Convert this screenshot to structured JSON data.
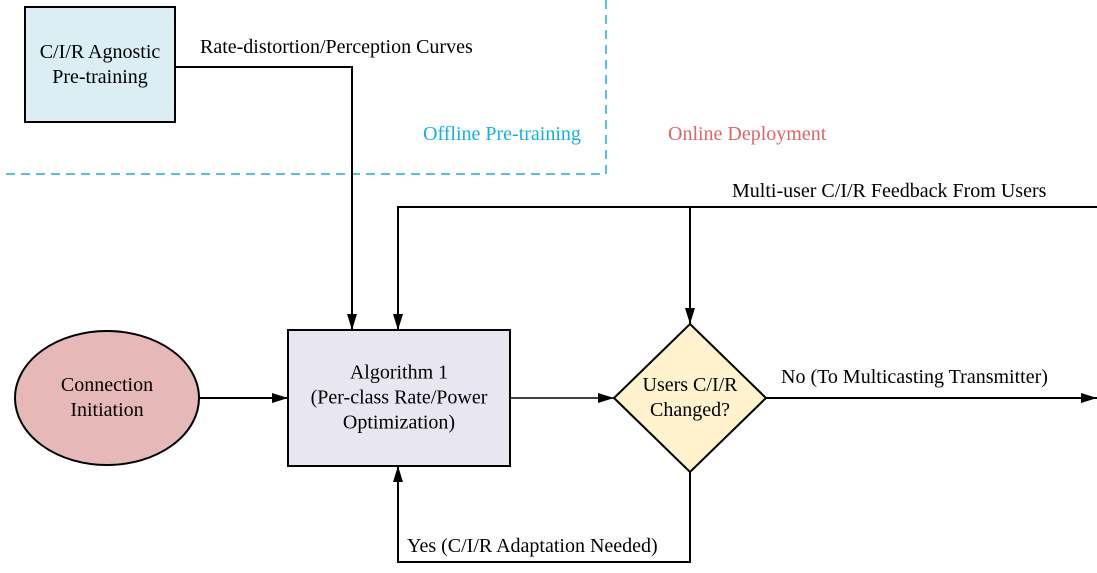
{
  "colors": {
    "pretrain_box_fill": "#daeef3",
    "algorithm_box_fill": "#e8e6f0",
    "connection_fill": "#e6b8b7",
    "decision_fill": "#fff2cc",
    "offline_label": "#16b0e8",
    "online_label": "#e06666",
    "divider": "#16b0e8"
  },
  "nodes": {
    "pretraining": {
      "line1": "C/I/R Agnostic",
      "line2": "Pre-training"
    },
    "connection": {
      "line1": "Connection",
      "line2": "Initiation"
    },
    "algorithm": {
      "line1": "Algorithm 1",
      "line2": "(Per-class Rate/Power",
      "line3": "Optimization)"
    },
    "decision": {
      "line1": "Users C/I/R",
      "line2": "Changed?"
    }
  },
  "regions": {
    "offline": "Offline Pre-training",
    "online": "Online Deployment"
  },
  "edges": {
    "curves": "Rate-distortion/Perception Curves",
    "feedback": "Multi-user C/I/R Feedback From Users",
    "no": "No (To Multicasting Transmitter)",
    "yes": "Yes (C/I/R Adaptation Needed)"
  }
}
